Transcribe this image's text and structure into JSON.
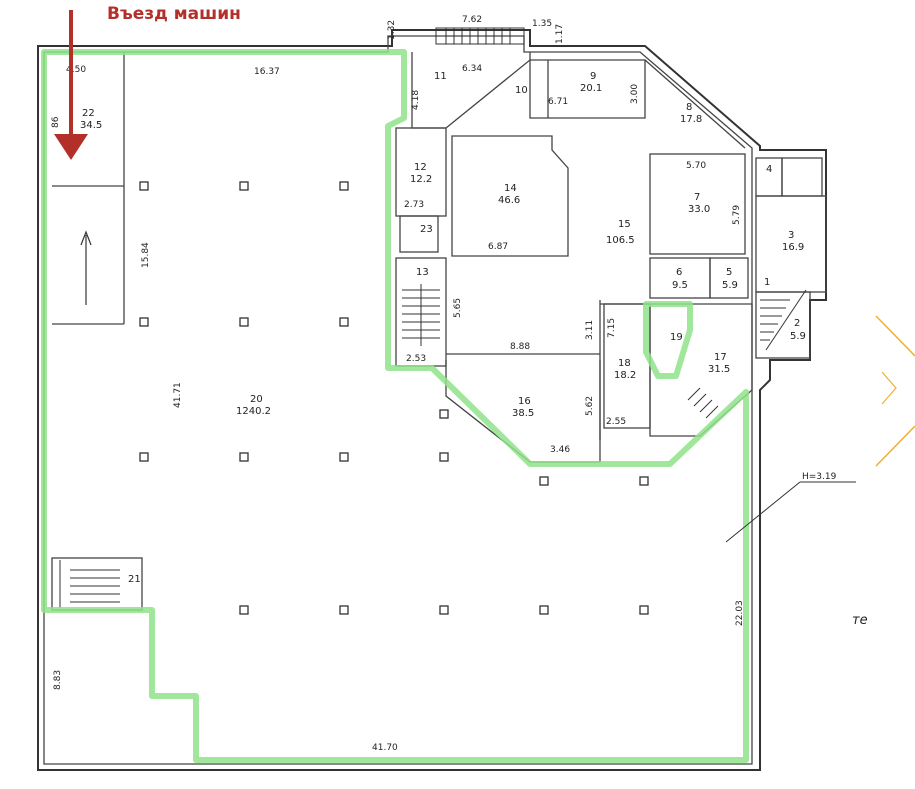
{
  "colors": {
    "highlight": "#8fe38b",
    "arrow": "#b3302a",
    "entry_text": "#b3302a",
    "wall": "#333333",
    "orange_mark": "#f0b030"
  },
  "entry_label": "Въезд машин",
  "ceiling_height": "H=3.19",
  "rooms": [
    {
      "id": "r1",
      "num": "1"
    },
    {
      "id": "r2",
      "num": "2",
      "area": "5.9"
    },
    {
      "id": "r3",
      "num": "3",
      "area": "16.9"
    },
    {
      "id": "r4",
      "num": "4"
    },
    {
      "id": "r5",
      "num": "5",
      "area": "5.9"
    },
    {
      "id": "r6",
      "num": "6",
      "area": "9.5"
    },
    {
      "id": "r7",
      "num": "7",
      "area": "33.0"
    },
    {
      "id": "r8",
      "num": "8",
      "area": "17.8"
    },
    {
      "id": "r9",
      "num": "9",
      "area": "20.1"
    },
    {
      "id": "r10",
      "num": "10"
    },
    {
      "id": "r11",
      "num": "11"
    },
    {
      "id": "r12",
      "num": "12",
      "area": "12.2"
    },
    {
      "id": "r13",
      "num": "13"
    },
    {
      "id": "r14",
      "num": "14",
      "area": "46.6"
    },
    {
      "id": "r15",
      "num": "15",
      "area": "106.5"
    },
    {
      "id": "r16",
      "num": "16",
      "area": "38.5"
    },
    {
      "id": "r17",
      "num": "17",
      "area": "31.5"
    },
    {
      "id": "r18",
      "num": "18",
      "area": "18.2"
    },
    {
      "id": "r19",
      "num": "19"
    },
    {
      "id": "r20",
      "num": "20",
      "area": "1240.2"
    },
    {
      "id": "r21",
      "num": "21"
    },
    {
      "id": "r22",
      "num": "22",
      "area": "34.5"
    },
    {
      "id": "r23",
      "num": "23"
    }
  ],
  "dims": {
    "d762": "7.62",
    "d135": "1.35",
    "d132": "1.32",
    "d117": "1.17",
    "d450": "4.50",
    "d1637": "16.37",
    "d634": "6.34",
    "d418": "4.18",
    "d671": "6.71",
    "d300": "3.00",
    "d570": "5.70",
    "d579": "5.79",
    "d273": "2.73",
    "d687": "6.87",
    "d1584": "15.84",
    "d565": "5.65",
    "d888": "8.88",
    "d311": "3.11",
    "d715": "7.15",
    "d253": "2.53",
    "d562": "5.62",
    "d255": "2.55",
    "d346": "3.46",
    "d4171": "41.71",
    "d2203": "22.03",
    "d883": "8.83",
    "d4170": "41.70",
    "d86": "86"
  },
  "side_text": "те"
}
